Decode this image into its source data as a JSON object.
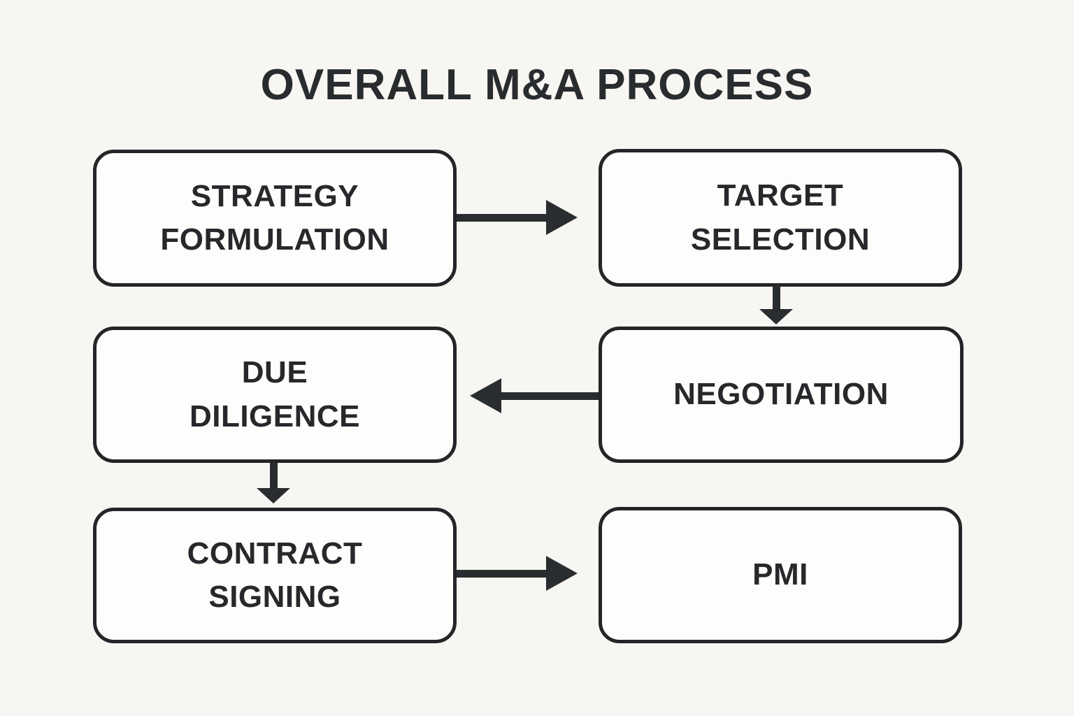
{
  "title": "OVERALL M&A PROCESS",
  "colors": {
    "background": "#f8f6f2",
    "node_fill": "#fdfdfb",
    "node_border": "#232528",
    "text": "#26282b",
    "arrow": "#2a2d2f"
  },
  "diagram": {
    "type": "flowchart",
    "nodes": [
      {
        "id": "strategy-formulation",
        "label": "STRATEGY\nFORMULATION"
      },
      {
        "id": "target-selection",
        "label": "TARGET\nSELECTION"
      },
      {
        "id": "negotiation",
        "label": "NEGOTIATION"
      },
      {
        "id": "due-diligence",
        "label": "DUE\nDILIGENCE"
      },
      {
        "id": "contract-signing",
        "label": "CONTRACT\nSIGNING"
      },
      {
        "id": "pmi",
        "label": "PMI"
      }
    ],
    "edges": [
      {
        "from": "strategy-formulation",
        "to": "target-selection",
        "direction": "right"
      },
      {
        "from": "target-selection",
        "to": "negotiation",
        "direction": "down"
      },
      {
        "from": "negotiation",
        "to": "due-diligence",
        "direction": "left"
      },
      {
        "from": "due-diligence",
        "to": "contract-signing",
        "direction": "down"
      },
      {
        "from": "contract-signing",
        "to": "pmi",
        "direction": "right"
      }
    ]
  }
}
